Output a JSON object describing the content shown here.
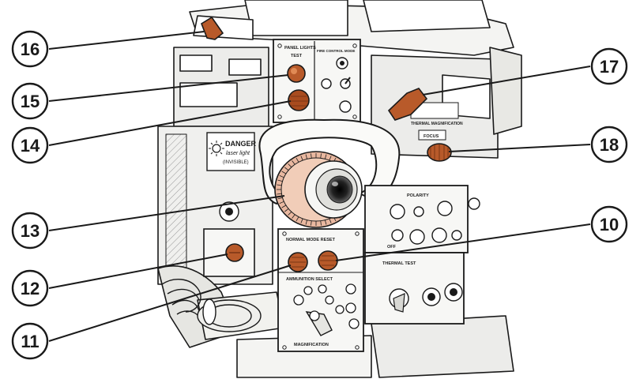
{
  "colors": {
    "ink": "#1a1a1a",
    "knob": "#b85a2a",
    "knob_dark": "#7a3514",
    "knob_light": "#e08a55",
    "lens_ring": "#e9b8a0",
    "panel": "#f4f4f2",
    "shade": "#d8d8d4"
  },
  "callouts": [
    {
      "id": "c16",
      "label": "16"
    },
    {
      "id": "c15",
      "label": "15"
    },
    {
      "id": "c14",
      "label": "14"
    },
    {
      "id": "c13",
      "label": "13"
    },
    {
      "id": "c12",
      "label": "12"
    },
    {
      "id": "c11",
      "label": "11"
    },
    {
      "id": "c17",
      "label": "17"
    },
    {
      "id": "c18",
      "label": "18"
    },
    {
      "id": "c10",
      "label": "10"
    }
  ],
  "panel_labels": {
    "panel_lights": "PANEL LIGHTS",
    "test": "TEST",
    "fire_control": "FIRE CONTROL MODE",
    "thermal_magnification": "THERMAL MAGNIFICATION",
    "focus": "FOCUS",
    "normal_mode_reset": "NORMAL MODE RESET",
    "ammunition_select": "AMMUNITION SELECT",
    "magnification": "MAGNIFICATION",
    "thermal_test": "THERMAL TEST",
    "polarity": "POLARITY",
    "off": "OFF"
  },
  "danger_label": {
    "title": "DANGER",
    "line1": "laser light",
    "line2": "(INVISIBLE)"
  }
}
